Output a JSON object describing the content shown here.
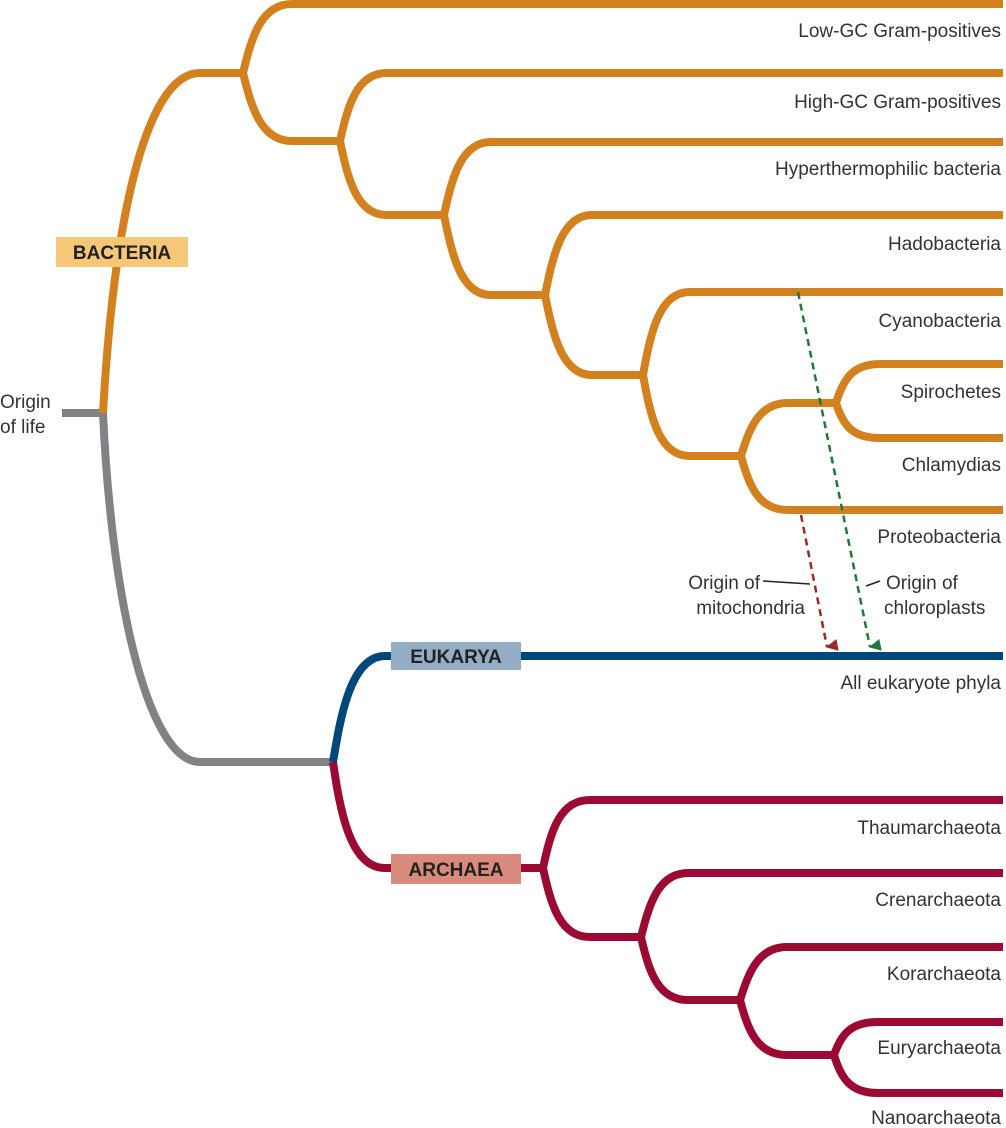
{
  "root": {
    "label_line1": "Origin",
    "label_line2": "of life"
  },
  "domains": {
    "bacteria": {
      "label": "BACTERIA",
      "color": "#d3811e",
      "box_color": "#f5c776"
    },
    "eukarya": {
      "label": "EUKARYA",
      "color": "#00477c",
      "box_color": "#93adc4"
    },
    "archaea": {
      "label": "ARCHAEA",
      "color": "#9b0a32",
      "box_color": "#d88b7c"
    },
    "stem_color": "#808285"
  },
  "bacteria_leaves": [
    "Low-GC Gram-positives",
    "High-GC Gram-positives",
    "Hyperthermophilic bacteria",
    "Hadobacteria",
    "Cyanobacteria",
    "Spirochetes",
    "Chlamydias",
    "Proteobacteria"
  ],
  "eukarya_leaves": [
    "All eukaryote phyla"
  ],
  "archaea_leaves": [
    "Thaumarchaeota",
    "Crenarchaeota",
    "Korarchaeota",
    "Euryarchaeota",
    "Nanoarchaeota"
  ],
  "endosymbiosis": {
    "mitochondria": {
      "line1": "Origin of",
      "line2": "mitochondria",
      "color": "#9b2a2a"
    },
    "chloroplasts": {
      "line1": "Origin of",
      "line2": "chloroplasts",
      "color": "#1f7a3a"
    }
  }
}
